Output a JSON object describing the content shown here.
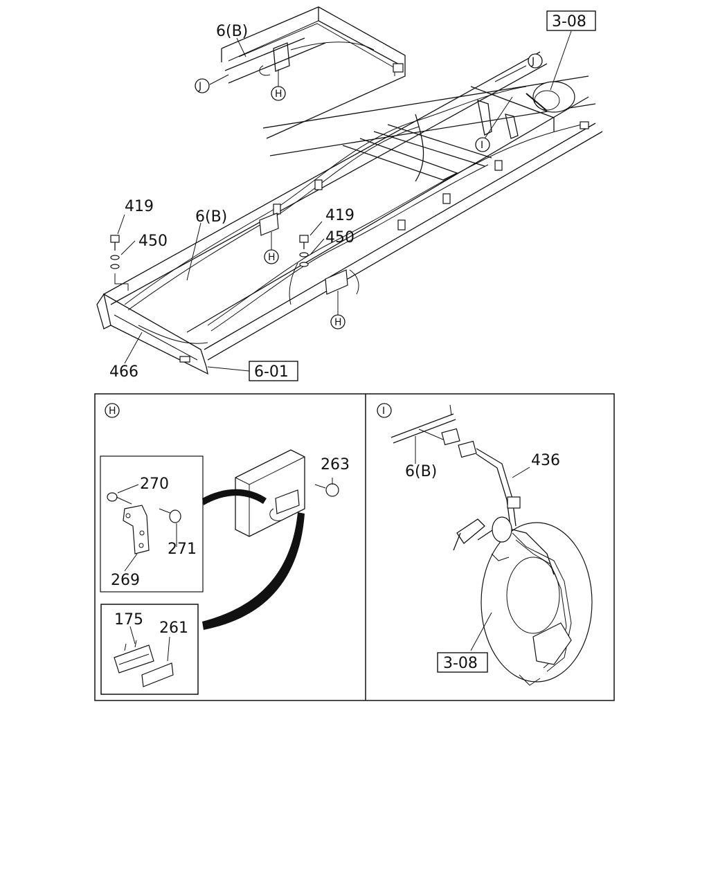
{
  "callouts": {
    "t6b": "6(B)",
    "j_top_left": "J",
    "h_top": "H",
    "ref_308_top": "3-08",
    "j_top_right": "J",
    "i_main": "I",
    "p419_left": "419",
    "p450_left": "450",
    "p6b_mid": "6(B)",
    "p419_right": "419",
    "p450_right": "450",
    "h_mid": "H",
    "h_lower": "H",
    "p466": "466",
    "ref_601": "6-01"
  },
  "panel_h": {
    "marker": "H",
    "p270": "270",
    "p271": "271",
    "p269": "269",
    "p263": "263",
    "p175": "175",
    "p261": "261"
  },
  "panel_i": {
    "marker": "I",
    "p6b": "6(B)",
    "p436": "436",
    "ref_308": "3-08"
  }
}
